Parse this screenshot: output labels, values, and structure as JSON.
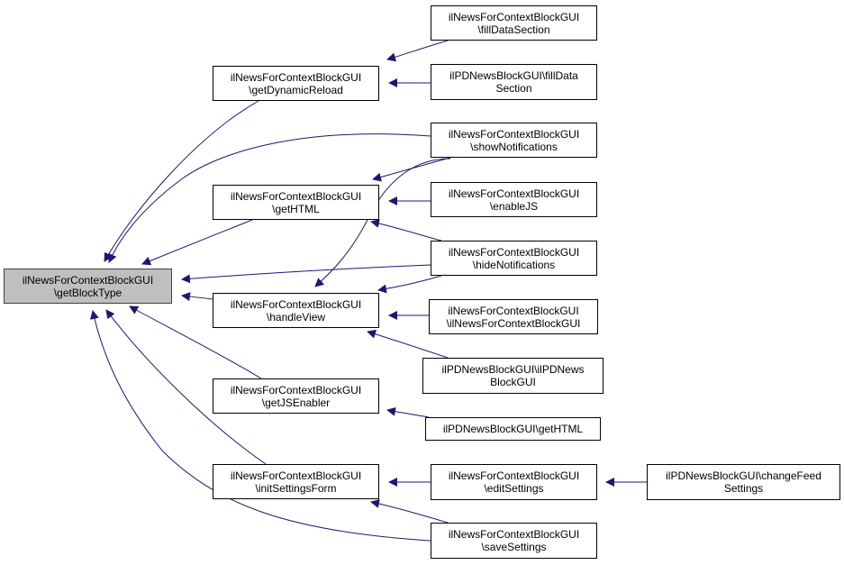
{
  "colors": {
    "edge": "#191970",
    "node_border": "#000000",
    "root_fill": "#bfbfbf",
    "node_fill": "#ffffff"
  },
  "nodes": {
    "getBlockType": {
      "line1": "ilNewsForContextBlockGUI",
      "line2": "\\getBlockType"
    },
    "getDynamicReload": {
      "line1": "ilNewsForContextBlockGUI",
      "line2": "\\getDynamicReload"
    },
    "getHTML": {
      "line1": "ilNewsForContextBlockGUI",
      "line2": "\\getHTML"
    },
    "handleView": {
      "line1": "ilNewsForContextBlockGUI",
      "line2": "\\handleView"
    },
    "getJSEnabler": {
      "line1": "ilNewsForContextBlockGUI",
      "line2": "\\getJSEnabler"
    },
    "initSettingsForm": {
      "line1": "ilNewsForContextBlockGUI",
      "line2": "\\initSettingsForm"
    },
    "fillDataSection": {
      "line1": "ilNewsForContextBlockGUI",
      "line2": "\\fillDataSection"
    },
    "pdFillDataSection": {
      "line1": "ilPDNewsBlockGUI\\fillData",
      "line2": "Section"
    },
    "showNotifications": {
      "line1": "ilNewsForContextBlockGUI",
      "line2": "\\showNotifications"
    },
    "enableJS": {
      "line1": "ilNewsForContextBlockGUI",
      "line2": "\\enableJS"
    },
    "hideNotifications": {
      "line1": "ilNewsForContextBlockGUI",
      "line2": "\\hideNotifications"
    },
    "constructor": {
      "line1": "ilNewsForContextBlockGUI",
      "line2": "\\ilNewsForContextBlockGUI"
    },
    "pdConstructor": {
      "line1": "ilPDNewsBlockGUI\\ilPDNews",
      "line2": "BlockGUI"
    },
    "pdGetHTML": {
      "line1": "ilPDNewsBlockGUI\\getHTML",
      "line2": ""
    },
    "editSettings": {
      "line1": "ilNewsForContextBlockGUI",
      "line2": "\\editSettings"
    },
    "saveSettings": {
      "line1": "ilNewsForContextBlockGUI",
      "line2": "\\saveSettings"
    },
    "changeFeedSettings": {
      "line1": "ilPDNewsBlockGUI\\changeFeed",
      "line2": "Settings"
    }
  },
  "edges": [
    {
      "from": "getDynamicReload",
      "to": "getBlockType"
    },
    {
      "from": "showNotifications",
      "to": "getBlockType"
    },
    {
      "from": "getHTML",
      "to": "getBlockType"
    },
    {
      "from": "hideNotifications",
      "to": "getBlockType"
    },
    {
      "from": "handleView",
      "to": "getBlockType"
    },
    {
      "from": "getJSEnabler",
      "to": "getBlockType"
    },
    {
      "from": "initSettingsForm",
      "to": "getBlockType"
    },
    {
      "from": "saveSettings",
      "to": "getBlockType"
    },
    {
      "from": "fillDataSection",
      "to": "getDynamicReload"
    },
    {
      "from": "pdFillDataSection",
      "to": "getDynamicReload"
    },
    {
      "from": "showNotifications",
      "to": "getHTML"
    },
    {
      "from": "enableJS",
      "to": "getHTML"
    },
    {
      "from": "hideNotifications",
      "to": "getHTML"
    },
    {
      "from": "showNotifications",
      "to": "handleView"
    },
    {
      "from": "hideNotifications",
      "to": "handleView"
    },
    {
      "from": "constructor",
      "to": "handleView"
    },
    {
      "from": "pdConstructor",
      "to": "handleView"
    },
    {
      "from": "pdGetHTML",
      "to": "getJSEnabler"
    },
    {
      "from": "editSettings",
      "to": "initSettingsForm"
    },
    {
      "from": "saveSettings",
      "to": "initSettingsForm"
    },
    {
      "from": "changeFeedSettings",
      "to": "editSettings"
    }
  ]
}
